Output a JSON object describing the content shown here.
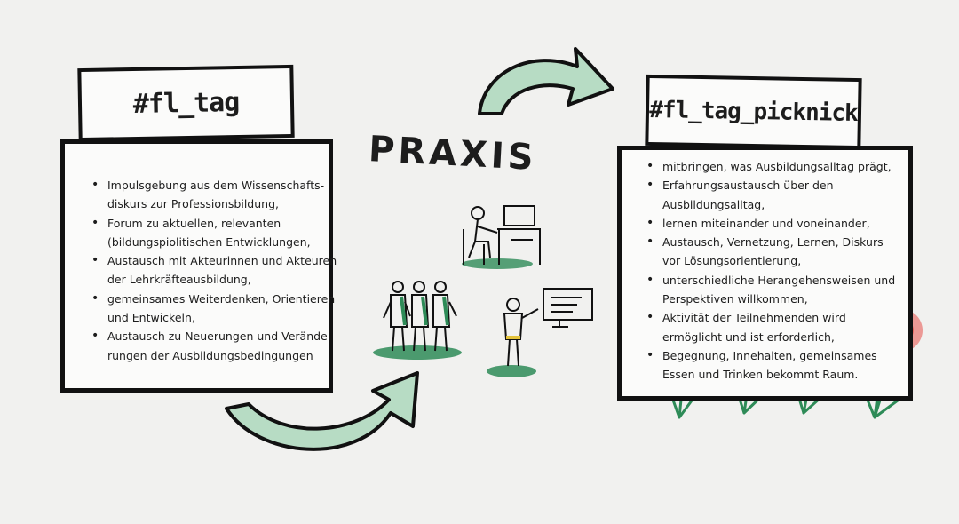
{
  "left": {
    "title": "#fl_tag",
    "items": [
      [
        "Impulsgebung aus dem Wissenschafts-",
        "diskurs zur Professionsbildung,"
      ],
      [
        "Forum zu aktuellen, relevanten",
        "(bildungspiolitischen Entwicklungen,"
      ],
      [
        "Austausch mit Akteurinnen und Akteuren",
        "der Lehrkräfteausbildung,"
      ],
      [
        "gemeinsames Weiterdenken, Orientieren",
        "und Entwickeln,"
      ],
      [
        "Austausch zu Neuerungen und Verände-",
        "rungen der Ausbildungsbedingungen"
      ]
    ]
  },
  "center": {
    "title": "PRAXIS"
  },
  "right": {
    "title": "#fl_tag_picknick",
    "items": [
      [
        "mitbringen, was Ausbildungsalltag prägt,"
      ],
      [
        "Erfahrungsaustausch über den",
        "Ausbildungsalltag,"
      ],
      [
        "lernen miteinander und voneinander,"
      ],
      [
        "Austausch, Vernetzung, Lernen, Diskurs",
        "vor Lösungsorientierung,"
      ],
      [
        "unterschiedliche Herangehensweisen und",
        "Perspektiven willkommen,"
      ],
      [
        "Aktivität der Teilnehmenden wird",
        "ermöglicht und ist erforderlich,"
      ],
      [
        "Begegnung, Innehalten, gemeinsames",
        "Essen und Trinken bekommt Raum."
      ]
    ]
  },
  "colors": {
    "green": "#2e8b57",
    "greenLight": "#a9d3b8",
    "flower": "#e8504a",
    "ink": "#111111"
  }
}
